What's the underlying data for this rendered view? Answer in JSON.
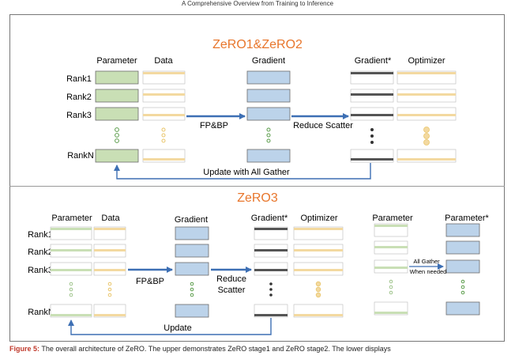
{
  "header": {
    "running_head": "A Comprehensive Overview from Training to Inference"
  },
  "upper": {
    "title": "ZeRO1&ZeRO2",
    "col_parameter": "Parameter",
    "col_data": "Data",
    "col_gradient": "Gradient",
    "col_gradient_star": "Gradient*",
    "col_optimizer": "Optimizer",
    "ranks": [
      "Rank1",
      "Rank2",
      "Rank3",
      "RankN"
    ],
    "arrow_fpbp": "FP&BP",
    "arrow_reduce": "Reduce Scatter",
    "arrow_update": "Update with All Gather"
  },
  "lower": {
    "title": "ZeRO3",
    "col_parameter": "Parameter",
    "col_data": "Data",
    "col_gradient": "Gradient",
    "col_gradient_star": "Gradient*",
    "col_optimizer": "Optimizer",
    "col_parameter2": "Parameter",
    "col_parameter_star": "Parameter*",
    "ranks": [
      "Rank1",
      "Rank2",
      "Rank3",
      "RankN"
    ],
    "arrow_fpbp": "FP&BP",
    "arrow_reduce_line1": "Reduce",
    "arrow_reduce_line2": "Scatter",
    "arrow_update": "Update",
    "allgather_line1": "All Gather",
    "allgather_line2": "When needed"
  },
  "caption": {
    "label": "Figure 5:",
    "text": " The overall architecture of ZeRO. The upper demonstrates ZeRO stage1 and ZeRO stage2. The lower displays"
  },
  "colors": {
    "title_orange": "#e8762c",
    "param_green": "#c9dfb5",
    "data_yellow": "#f3d9a0",
    "grad_blue": "#bcd3ea",
    "arrow_blue": "#3d6fb4",
    "dot_green": "#5a9c4a",
    "dot_yellow": "#e9c56a",
    "dot_dark": "#333333"
  }
}
